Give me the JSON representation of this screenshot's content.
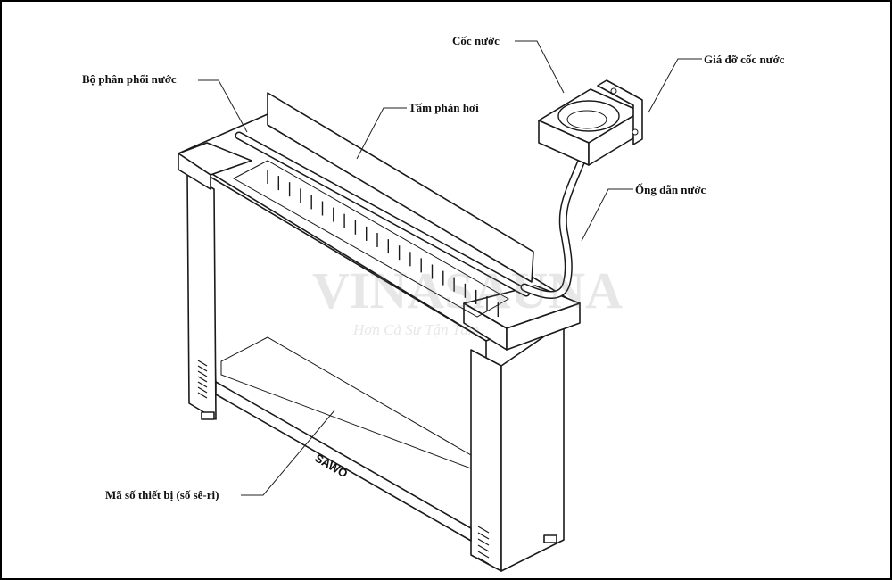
{
  "labels": {
    "water_distributor": "Bộ phân phối nước",
    "reflector_plate": "Tấm phản hơi",
    "water_cup": "Cốc nước",
    "cup_holder": "Giá đỡ cốc nước",
    "water_pipe": "Ống dẫn nước",
    "serial_number": "Mã số thiết bị (số sê-ri)"
  },
  "brand_plate": "SAWO",
  "watermark": {
    "logo": "VINASAUNA",
    "tagline": "Hơn Cả Sự Tận Tâm"
  }
}
